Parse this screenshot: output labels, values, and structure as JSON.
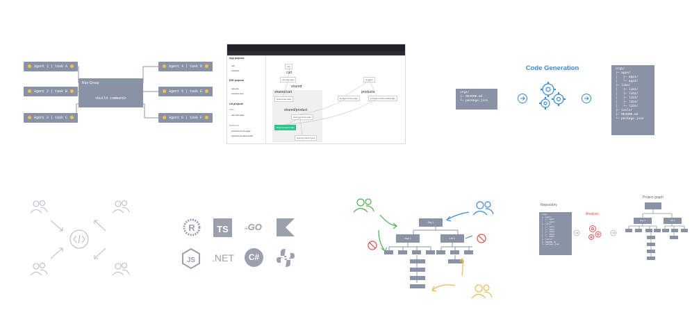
{
  "colors": {
    "box": "#8a93a6",
    "accent_blue": "#3b8ad8",
    "accent_red": "#e24a4a",
    "agent_dot": "#f2c14e",
    "green_badge": "#2fc48c"
  },
  "panel1": {
    "agents_left": [
      "Agent 1 | task A",
      "Agent 2 | task B",
      "Agent 3 | task C"
    ],
    "agents_right": [
      "Agent 4 | task D",
      "Agent 5 | task E",
      "Agent 6 | task F"
    ],
    "run_group_title": "Run Group",
    "run_group_command": "<build command>"
  },
  "panel2": {
    "sidebar": {
      "app_header": "App projects",
      "app_items": [
        "cart",
        "products"
      ],
      "e2e_header": "E2E projects",
      "e2e_items": [
        "cart-e2e",
        "products-e2e"
      ],
      "lib_header": "Lib projects",
      "lib_cart_group": "CART",
      "lib_cart_items": [
        "cart-cart-page"
      ],
      "lib_products_group": "PRODUCTS",
      "lib_products_items": [
        "products-home-page",
        "products-product-detail"
      ]
    },
    "graph": {
      "group_cart": "cart",
      "group_shared": "shared",
      "group_shared_cart": "shared/cart",
      "group_shared_product": "shared/product",
      "group_products": "products",
      "node_cart": "cart",
      "node_cart_cart_page": "cart-cart-page",
      "node_products": "products",
      "node_shared_cart_state": "shared-cart-state",
      "node_products_home_page": "products-home-page",
      "node_products_product_detail_page": "products-product-detail-page",
      "node_shared_product_state": "shared-product-state",
      "node_shared_product_data": "shared-product-data",
      "node_shared_product_types": "shared-product-types"
    }
  },
  "panel3": {
    "title": "Code Generation",
    "before_tree": "org1/\n├─ README.md\n└─ package.json",
    "after_tree": "org1/\n├─ apps/\n│   ├─ app1/\n│   └─ app2/\n├─ libs/\n│   ├─ lib1/\n│   ├─ lib2/\n│   ├─ lib3/\n│   ├─ lib4/\n│   └─ lib5/\n├─ tools/\n├─ README.md\n└─ package.json"
  },
  "panel4": {
    "center_icon": "code-brackets-icon"
  },
  "panel5": {
    "languages": [
      "TS",
      "GO",
      ".NET",
      "C#"
    ],
    "icons": [
      "rust-icon",
      "typescript-icon",
      "go-icon",
      "kotlin-icon",
      "nodejs-icon",
      "dotnet-icon",
      "csharp-icon",
      "python-icon"
    ]
  },
  "panel6": {
    "org_node": "Org 1",
    "app_node": "App 1",
    "lib_node": "Lib 1"
  },
  "panel7": {
    "repository_label": "Repository",
    "analysis_label": "Analysis",
    "graph_label": "Project graph",
    "repo_tree": "org1/\n├─ apps/\n│  ├─ app1/\n│  └─ app2/\n├─ libs/\n│  ├─ lib1/\n│  ├─ lib2/\n│  ├─ lib3/\n│  ├─ lib4/\n│  └─ lib5/\n├─ tools/\n├─ README.md\n└─ package.json",
    "graph_app": "App 1",
    "graph_lib": "Lib 1"
  }
}
